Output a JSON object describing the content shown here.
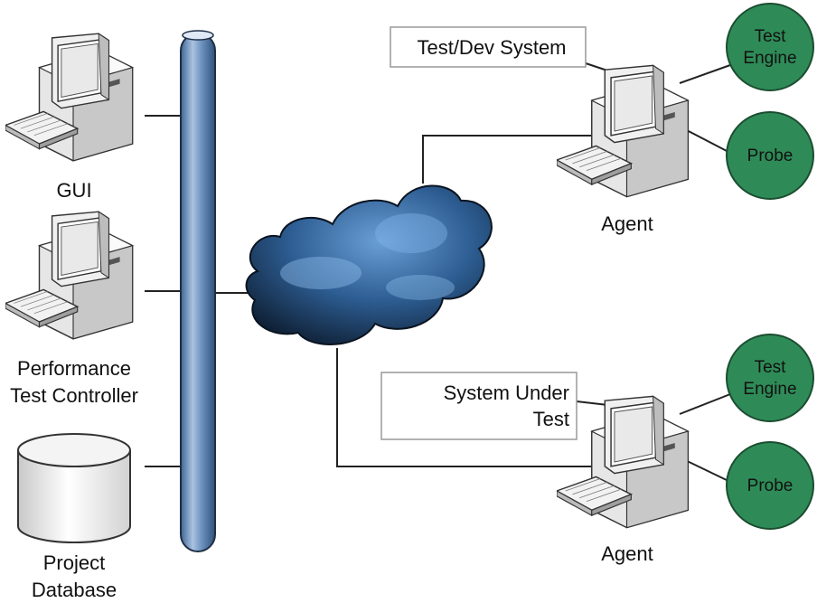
{
  "left_nodes": {
    "gui": {
      "label": "GUI"
    },
    "controller": {
      "label_line1": "Performance",
      "label_line2": "Test Controller"
    },
    "database": {
      "label_line1": "Project",
      "label_line2": "Database"
    }
  },
  "top_system": {
    "callout": "Test/Dev System",
    "agent_label": "Agent",
    "engine_line1": "Test",
    "engine_line2": "Engine",
    "probe": "Probe"
  },
  "bottom_system": {
    "callout_line1": "System Under",
    "callout_line2": "Test",
    "agent_label": "Agent",
    "engine_line1": "Test",
    "engine_line2": "Engine",
    "probe": "Probe"
  },
  "colors": {
    "bus": "#5f86b6",
    "cloud": "#3d6fa8",
    "circle": "#2e8b57",
    "line": "#222222"
  }
}
